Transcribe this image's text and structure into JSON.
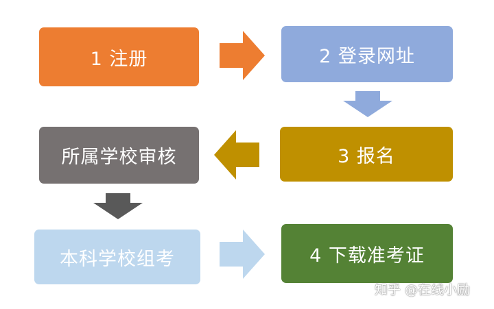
{
  "steps": [
    {
      "label": "1 注册",
      "color": "#ED7D31"
    },
    {
      "label": "2 登录网址",
      "color": "#8FAADC"
    },
    {
      "label": "3 报名",
      "color": "#BF9000"
    },
    {
      "label": "所属学校审核",
      "color": "#767171"
    },
    {
      "label": "本科学校组考",
      "color": "#BDD7EE"
    },
    {
      "label": "4 下载准考证",
      "color": "#548235"
    }
  ],
  "watermark": "知乎 @在线小励"
}
